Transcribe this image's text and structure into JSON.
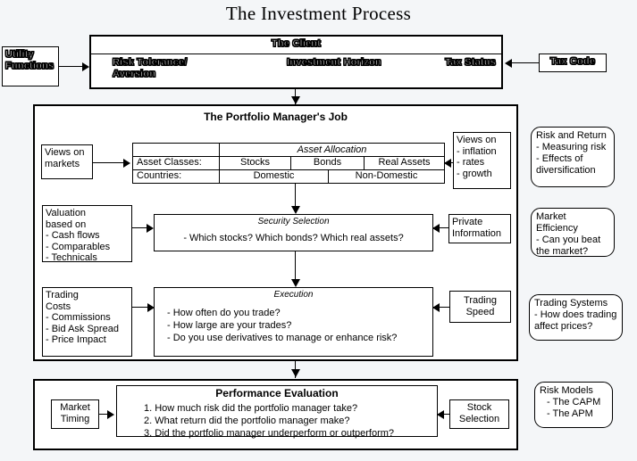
{
  "page": {
    "title": "The Investment Process",
    "background_color": "#f4f6f8",
    "line_color": "#000000"
  },
  "inputs": {
    "utility_functions": "Utility\nFunctions",
    "utility_functions_line1": "Utility",
    "utility_functions_line2": "Functions",
    "tax_code": "Tax Code"
  },
  "client": {
    "heading": "The Client",
    "attributes": [
      "Risk Tolerance/ Aversion",
      "Investment Horizon",
      "Tax Status"
    ],
    "risk_line1": "Risk Tolerance/",
    "risk_line2": "Aversion",
    "horizon": "Investment Horizon",
    "tax_status": "Tax Status"
  },
  "portfolio_manager": {
    "heading": "The Portfolio Manager's Job",
    "asset_allocation": {
      "heading": "Asset Allocation",
      "left_input": "Views on\nmarkets",
      "left_input_line1": "Views on",
      "left_input_line2": "markets",
      "right_input_lines": [
        "Views on",
        "- inflation",
        "- rates",
        "- growth"
      ],
      "rows": [
        {
          "label": "Asset Classes:",
          "cells": [
            "Stocks",
            "Bonds",
            "Real Assets"
          ]
        },
        {
          "label": "Countries:",
          "cells": [
            "Domestic",
            "Non-Domestic"
          ]
        }
      ]
    },
    "security_selection": {
      "heading": "Security Selection",
      "body": "- Which stocks? Which bonds? Which real assets?",
      "left_input_lines": [
        "Valuation",
        "based on",
        "- Cash flows",
        "- Comparables",
        "- Technicals"
      ],
      "right_input_lines": [
        "Private",
        "Information"
      ]
    },
    "execution": {
      "heading": "Execution",
      "bullets": [
        "- How often do you trade?",
        "- How large are your trades?",
        "- Do you use derivatives to manage or enhance risk?"
      ],
      "left_input_lines": [
        "Trading",
        "Costs",
        "- Commissions",
        "- Bid Ask Spread",
        "- Price Impact"
      ],
      "right_input_lines": [
        "Trading",
        "Speed"
      ]
    }
  },
  "performance_evaluation": {
    "heading": "Performance Evaluation",
    "questions": [
      "1. How much risk did the portfolio manager take?",
      "2. What return did the portfolio manager make?",
      "3. Did the portfolio manager underperform or outperform?"
    ],
    "left_input_lines": [
      "Market",
      "Timing"
    ],
    "right_input_lines": [
      "Stock",
      "Selection"
    ]
  },
  "side_topics": [
    {
      "title": "Risk and Return",
      "lines": [
        "- Measuring risk",
        "- Effects of",
        "diversification"
      ]
    },
    {
      "title": "Market Efficiency",
      "lines": [
        "- Can you beat",
        "the market?"
      ]
    },
    {
      "title": "Trading Systems",
      "lines": [
        "- How does trading",
        "affect prices?"
      ]
    },
    {
      "title": "Risk Models",
      "lines": [
        "- The CAPM",
        "- The APM"
      ]
    }
  ]
}
